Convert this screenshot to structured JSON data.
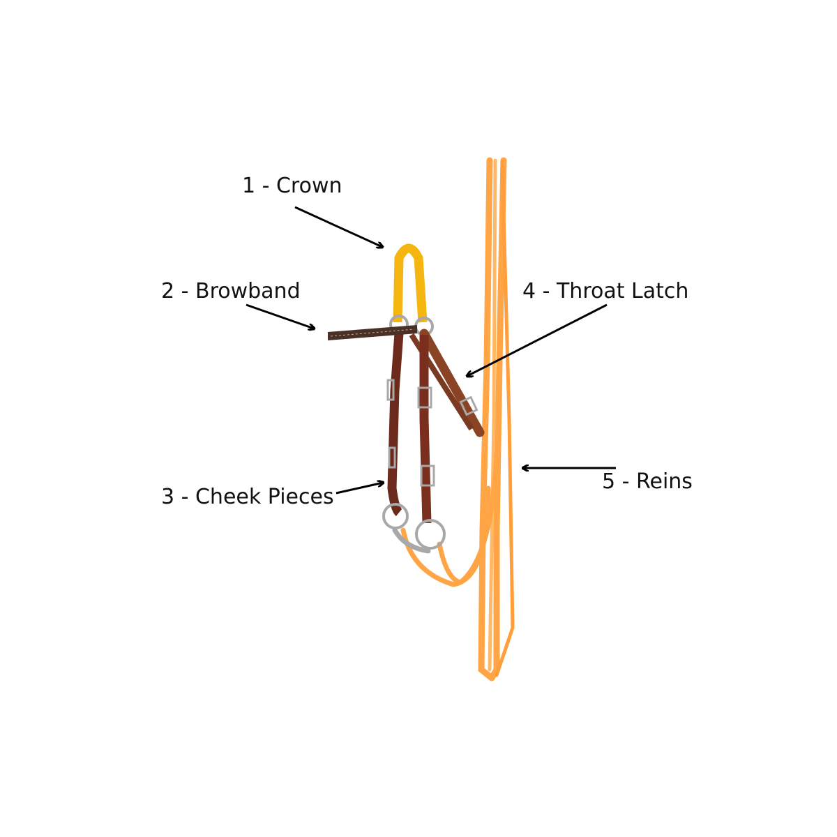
{
  "labels": {
    "crown": "1 - Crown",
    "browband": "2 - Browband",
    "cheek_pieces": "3 - Cheek Pieces",
    "throat_latch": "4 - Throat Latch",
    "reins": "5 - Reins"
  },
  "colors": {
    "crown": "#f5b50f",
    "leather": "#7a3a22",
    "browband": "#4a3128",
    "reins": "#ffa545",
    "metal": "#a8a8a8",
    "arrow": "#000000"
  }
}
